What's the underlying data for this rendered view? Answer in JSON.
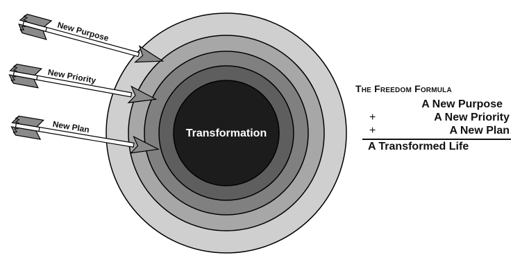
{
  "target": {
    "center_label": "Transformation",
    "ring_colors": [
      "#cfcfcf",
      "#a7a7a7",
      "#808080",
      "#5e5e5e",
      "#1c1c1c"
    ]
  },
  "arrows": [
    {
      "label": "New Purpose"
    },
    {
      "label": "New Priority"
    },
    {
      "label": "New Plan"
    }
  ],
  "formula": {
    "title": "The Freedom Formula",
    "lines": [
      {
        "operator": "",
        "term": "A New Purpose"
      },
      {
        "operator": "+",
        "term": "A New Priority"
      },
      {
        "operator": "+",
        "term": "A New Plan"
      }
    ],
    "result": "A Transformed Life"
  }
}
